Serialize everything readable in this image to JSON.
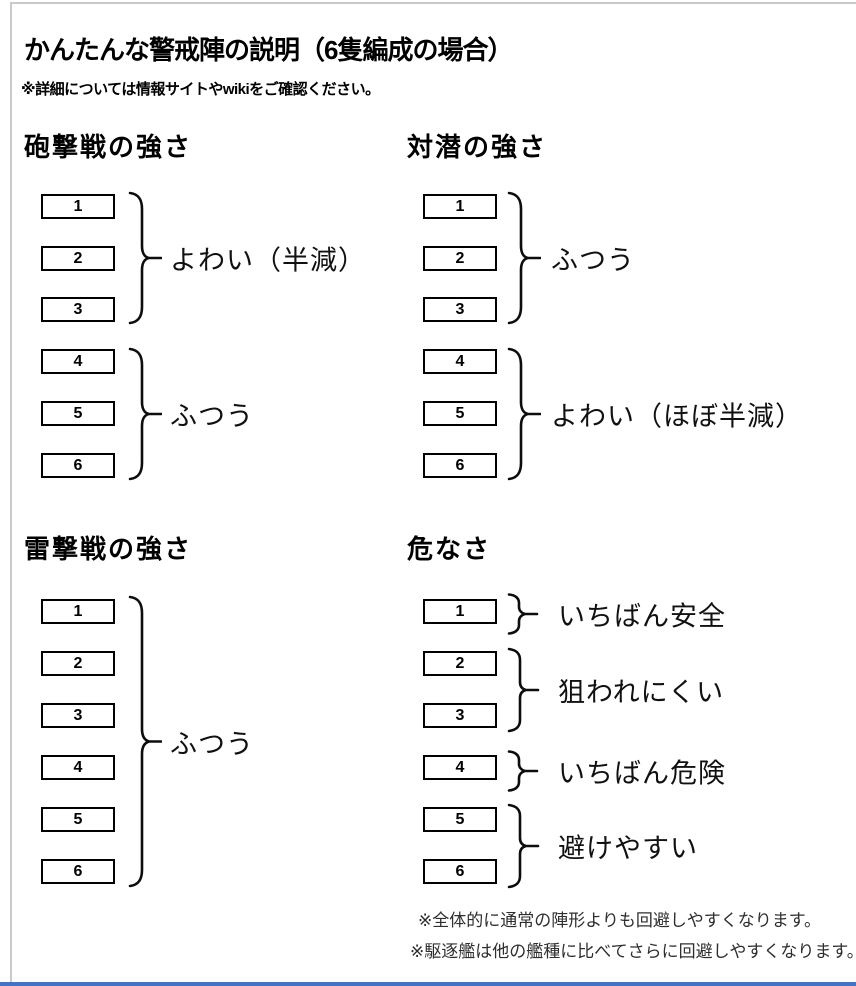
{
  "page": {
    "title": "かんたんな警戒陣の説明（6隻編成の場合）",
    "subtitle": "※詳細については情報サイトやwikiをご確認ください。"
  },
  "sections": [
    {
      "heading": "砲撃戦の強さ",
      "ships": [
        "1",
        "2",
        "3",
        "4",
        "5",
        "6"
      ],
      "groups": [
        {
          "ships": "1-3",
          "label": "よわい（半減）"
        },
        {
          "ships": "4-6",
          "label": "ふつう"
        }
      ]
    },
    {
      "heading": "対潜の強さ",
      "ships": [
        "1",
        "2",
        "3",
        "4",
        "5",
        "6"
      ],
      "groups": [
        {
          "ships": "1-3",
          "label": "ふつう"
        },
        {
          "ships": "4-6",
          "label": "よわい（ほぼ半減）"
        }
      ]
    },
    {
      "heading": "雷撃戦の強さ",
      "ships": [
        "1",
        "2",
        "3",
        "4",
        "5",
        "6"
      ],
      "groups": [
        {
          "ships": "1-6",
          "label": "ふつう"
        }
      ]
    },
    {
      "heading": "危なさ",
      "ships": [
        "1",
        "2",
        "3",
        "4",
        "5",
        "6"
      ],
      "groups": [
        {
          "ships": "1",
          "label": "いちばん安全"
        },
        {
          "ships": "2-3",
          "label": "狙われにくい"
        },
        {
          "ships": "4",
          "label": "いちばん危険"
        },
        {
          "ships": "5-6",
          "label": "避けやすい"
        }
      ]
    }
  ],
  "footnotes": [
    "※全体的に通常の陣形よりも回避しやすくなります。",
    "※駆逐艦は他の艦種に比べてさらに回避しやすくなります。"
  ],
  "colors": {
    "ink": "#000000",
    "page_edge_gray": "#c9c9c9",
    "bottom_accent_blue": "#4472C4"
  }
}
